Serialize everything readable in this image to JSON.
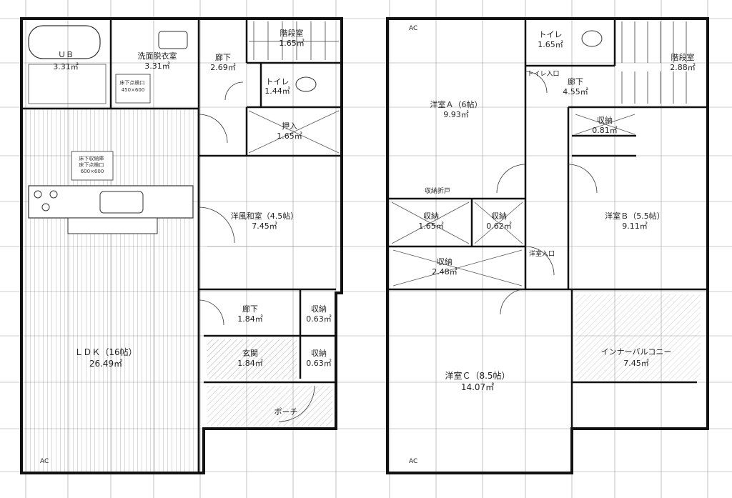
{
  "floor1": {
    "bath": {
      "name": "ＵＢ",
      "area": "3.31㎡"
    },
    "washroom": {
      "name": "洗面脱衣室",
      "area": "3.31㎡"
    },
    "hall_top": {
      "name": "廊下",
      "area": "2.69㎡"
    },
    "stairs": {
      "name": "階段室",
      "area": "1.65㎡"
    },
    "toilet": {
      "name": "トイレ",
      "area": "1.44㎡"
    },
    "closet": {
      "name": "押入",
      "area": "1.65㎡"
    },
    "washitsu": {
      "name": "洋風和室（4.5帖）",
      "area": "7.45㎡"
    },
    "ldk": {
      "name": "ＬＤＫ（16帖）",
      "area": "26.49㎡"
    },
    "hall_mid": {
      "name": "廊下",
      "area": "1.84㎡"
    },
    "storage_a": {
      "name": "収納",
      "area": "0.63㎡"
    },
    "entrance": {
      "name": "玄関",
      "area": "1.84㎡"
    },
    "storage_b": {
      "name": "収納",
      "area": "0.63㎡"
    },
    "porch": {
      "name": "ポーチ"
    },
    "notes": {
      "underfloor_storage": "床下収納庫\n床下点検口\n600×600",
      "underfloor_inspect": "床下点検口\n450×600",
      "ac": "AC"
    }
  },
  "floor2": {
    "western_a": {
      "name": "洋室Ａ（6帖）",
      "area": "9.93㎡"
    },
    "toilet": {
      "name": "トイレ",
      "area": "1.65㎡"
    },
    "stairs": {
      "name": "階段室",
      "area": "2.88㎡"
    },
    "hall": {
      "name": "廊下",
      "area": "4.55㎡"
    },
    "storage_top": {
      "name": "収納",
      "area": "0.81㎡"
    },
    "storage_left": {
      "name": "収納",
      "area": "1.65㎡"
    },
    "storage_mid": {
      "name": "収納",
      "area": "0.62㎡"
    },
    "western_b": {
      "name": "洋室Ｂ（5.5帖）",
      "area": "9.11㎡"
    },
    "storage_bottom": {
      "name": "収納",
      "area": "2.48㎡"
    },
    "western_c": {
      "name": "洋室Ｃ（8.5帖）",
      "area": "14.07㎡"
    },
    "balcony": {
      "name": "インナーバルコニー",
      "area": "7.45㎡"
    },
    "notes": {
      "ac": "AC",
      "door_toilet": "トイレ入口",
      "door_western": "洋室入口",
      "closet_doors": "収納折戸"
    }
  }
}
